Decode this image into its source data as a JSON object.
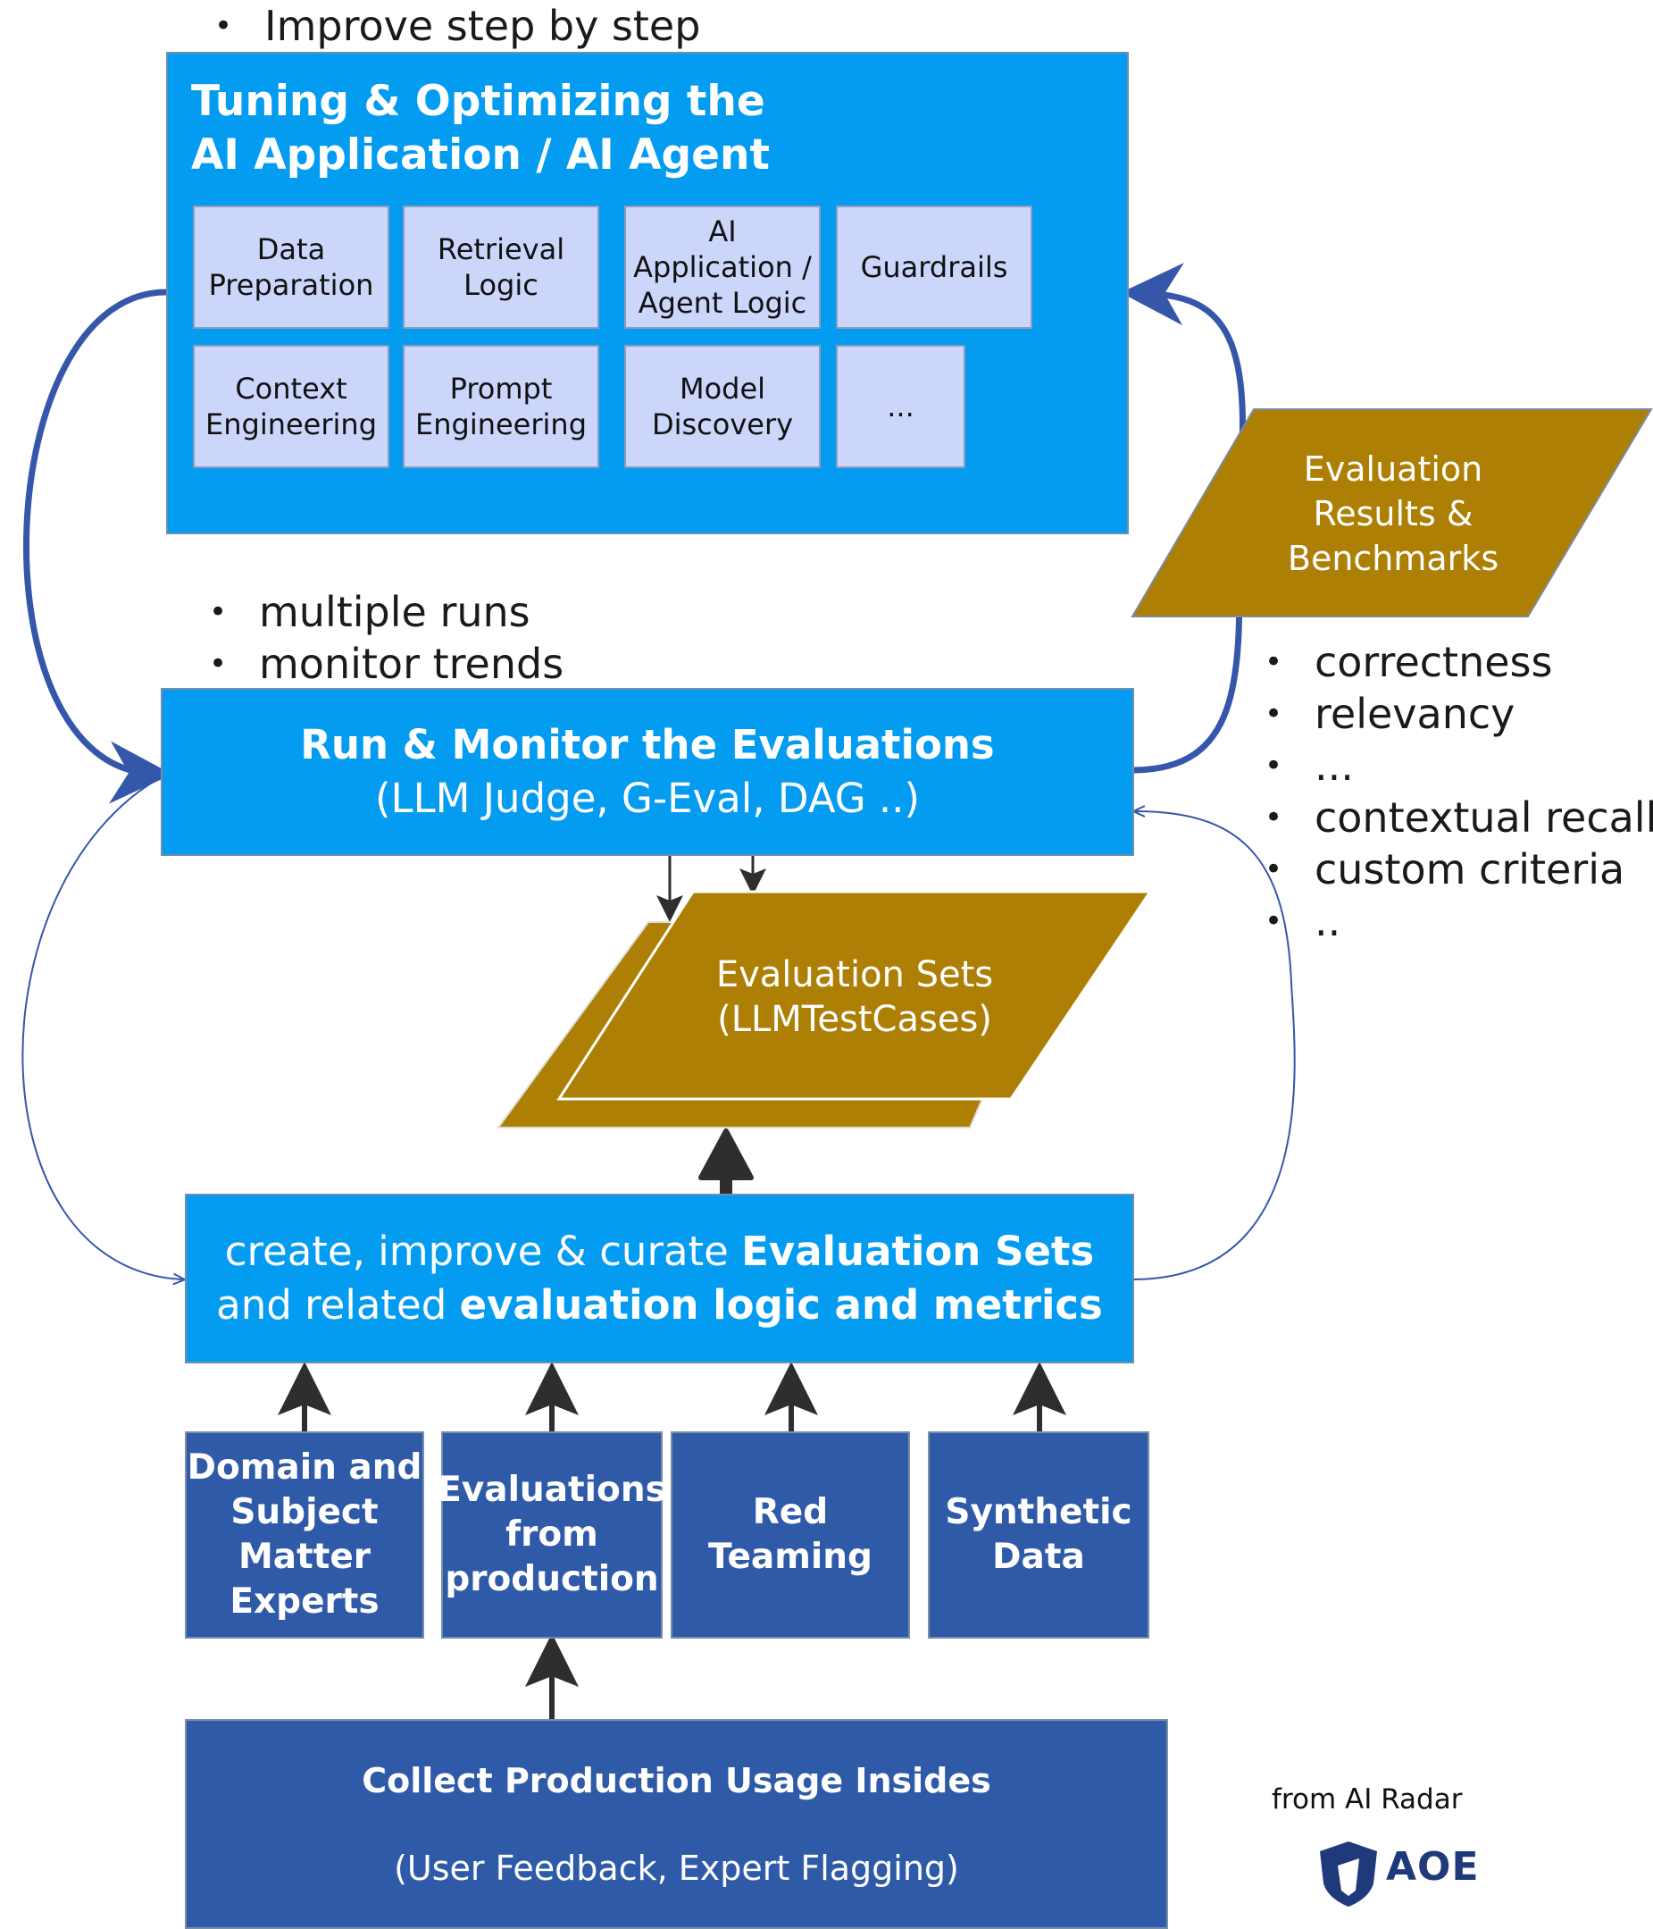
{
  "notes": {
    "top": [
      "Improve step by step"
    ],
    "middle": [
      "multiple runs",
      "monitor trends"
    ],
    "metrics": [
      "correctness",
      "relevancy",
      "...",
      "contextual recall",
      "custom criteria",
      ".."
    ]
  },
  "tuning": {
    "title_line1": "Tuning & Optimizing the",
    "title_line2": "AI Application / AI Agent",
    "tiles": [
      "Data\nPreparation",
      "Retrieval\nLogic",
      "AI\nApplication /\nAgent Logic",
      "Guardrails",
      "Context\nEngineering",
      "Prompt\nEngineering",
      "Model\nDiscovery",
      "..."
    ]
  },
  "results": {
    "label": "Evaluation\nResults &\nBenchmarks"
  },
  "run": {
    "title": "Run & Monitor the Evaluations",
    "subtitle": "(LLM Judge, G-Eval, DAG ..)"
  },
  "eval_sets": {
    "label": "Evaluation Sets\n(LLMTestCases)"
  },
  "create": {
    "line1_plain": "create, improve & curate ",
    "line1_bold": "Evaluation Sets",
    "line2_plain": "and related ",
    "line2_bold": "evaluation logic and metrics"
  },
  "sources": [
    "Domain and\nSubject\nMatter\nExperts",
    "Evaluations\nfrom\nproduction",
    "Red\nTeaming",
    "Synthetic\nData"
  ],
  "collect": {
    "title": "Collect Production Usage Insides",
    "subtitle": "(User Feedback, Expert Flagging)"
  },
  "credit": {
    "text": "from AI Radar",
    "logo": "AOE",
    "logo_icon": "shield-icon"
  },
  "colors": {
    "blue": "#049cf0",
    "dark_blue": "#2f5aa8",
    "tile": "#ccd6fb",
    "gold": "#ad8005",
    "arrow_blue": "#3557aa",
    "arrow_dark": "#2e2e2e"
  }
}
